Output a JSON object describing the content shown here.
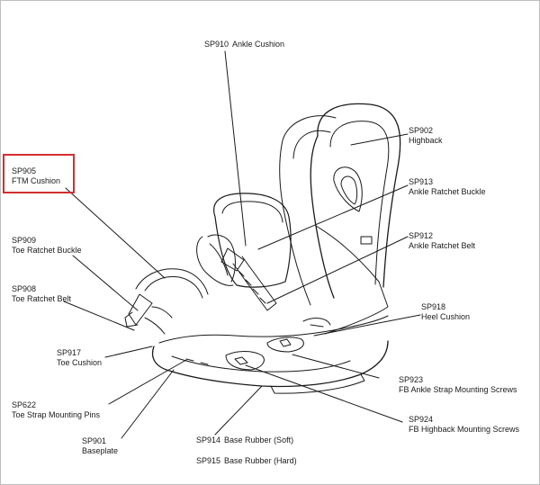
{
  "colors": {
    "highlight": "#d32f2f",
    "line": "#1a1a1a"
  },
  "highlighted_part": "SP905",
  "parts": [
    {
      "id": "sp910",
      "code": "SP910",
      "name": "Ankle Cushion"
    },
    {
      "id": "sp902",
      "code": "SP902",
      "name": "Highback"
    },
    {
      "id": "sp905",
      "code": "SP905",
      "name": "FTM Cushion"
    },
    {
      "id": "sp913",
      "code": "SP913",
      "name": "Ankle Ratchet Buckle"
    },
    {
      "id": "sp909",
      "code": "SP909",
      "name": "Toe Ratchet Buckle"
    },
    {
      "id": "sp912",
      "code": "SP912",
      "name": "Ankle Ratchet Belt"
    },
    {
      "id": "sp908",
      "code": "SP908",
      "name": "Toe Ratchet Belt"
    },
    {
      "id": "sp918",
      "code": "SP918",
      "name": "Heel Cushion"
    },
    {
      "id": "sp917",
      "code": "SP917",
      "name": "Toe Cushion"
    },
    {
      "id": "sp923",
      "code": "SP923",
      "name": "FB  Ankle Strap Mounting Screws"
    },
    {
      "id": "sp622",
      "code": "SP622",
      "name": "Toe Strap Mounting Pins"
    },
    {
      "id": "sp924",
      "code": "SP924",
      "name": "FB Highback Mounting Screws"
    },
    {
      "id": "sp901",
      "code": "SP901",
      "name": "Baseplate"
    },
    {
      "id": "sp914",
      "code": "SP914",
      "name": "Base Rubber (Soft)"
    },
    {
      "id": "sp915",
      "code": "SP915",
      "name": "Base Rubber (Hard)"
    }
  ]
}
